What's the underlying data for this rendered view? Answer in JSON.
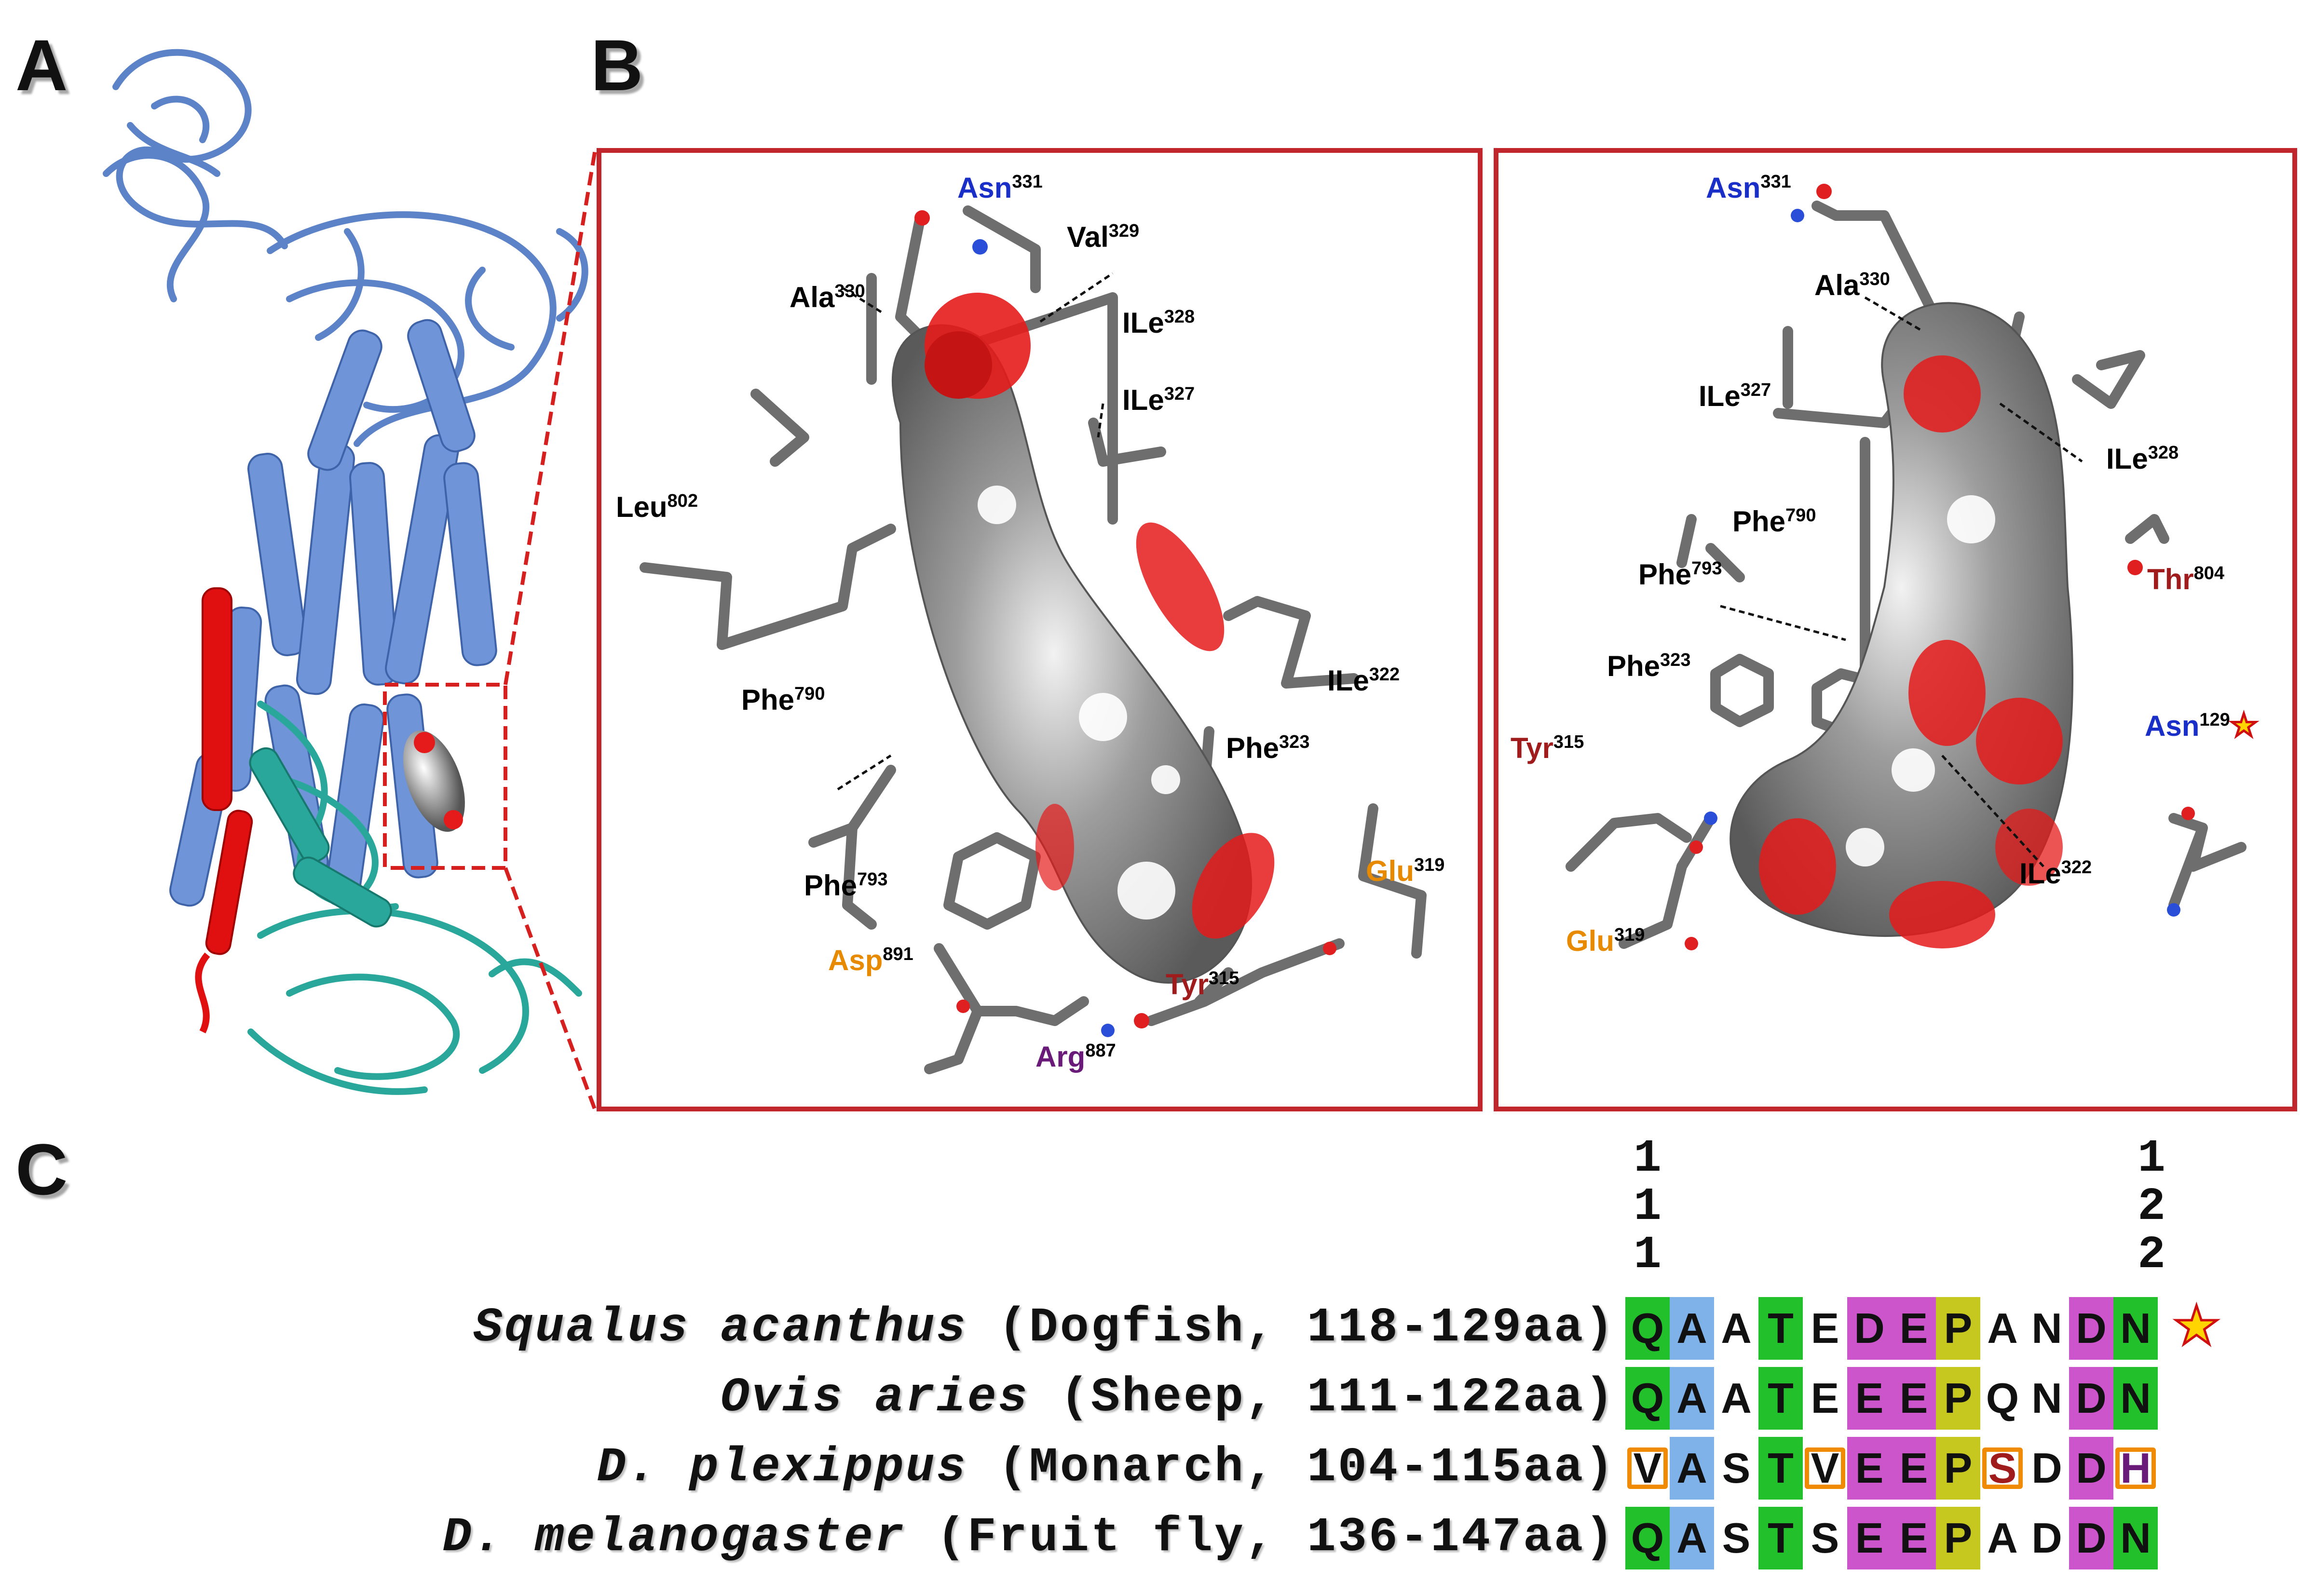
{
  "panels": {
    "a": "A",
    "b": "B",
    "c": "C"
  },
  "residues_b_left": [
    {
      "name": "Asn",
      "num": "331",
      "color": "#1a2fc8"
    },
    {
      "name": "Val",
      "num": "329",
      "color": "#111111"
    },
    {
      "name": "Ala",
      "num": "330",
      "color": "#111111"
    },
    {
      "name": "ILe",
      "num": "328",
      "color": "#111111"
    },
    {
      "name": "ILe",
      "num": "327",
      "color": "#111111"
    },
    {
      "name": "Leu",
      "num": "802",
      "color": "#111111"
    },
    {
      "name": "ILe",
      "num": "322",
      "color": "#111111"
    },
    {
      "name": "Phe",
      "num": "790",
      "color": "#111111"
    },
    {
      "name": "Phe",
      "num": "323",
      "color": "#111111"
    },
    {
      "name": "Phe",
      "num": "793",
      "color": "#111111"
    },
    {
      "name": "Glu",
      "num": "319",
      "color": "#e88a00"
    },
    {
      "name": "Asp",
      "num": "891",
      "color": "#e88a00"
    },
    {
      "name": "Tyr",
      "num": "315",
      "color": "#a01c1c"
    },
    {
      "name": "Arg",
      "num": "887",
      "color": "#6a1a78"
    }
  ],
  "residues_b_right": [
    {
      "name": "Asn",
      "num": "331",
      "color": "#1a2fc8"
    },
    {
      "name": "Ala",
      "num": "330",
      "color": "#111111"
    },
    {
      "name": "ILe",
      "num": "327",
      "color": "#111111"
    },
    {
      "name": "ILe",
      "num": "328",
      "color": "#111111"
    },
    {
      "name": "Phe",
      "num": "790",
      "color": "#111111"
    },
    {
      "name": "Phe",
      "num": "793",
      "color": "#111111"
    },
    {
      "name": "Thr",
      "num": "804",
      "color": "#a01c1c"
    },
    {
      "name": "Phe",
      "num": "323",
      "color": "#111111"
    },
    {
      "name": "Asn",
      "num": "129",
      "color": "#1a2fc8"
    },
    {
      "name": "Tyr",
      "num": "315",
      "color": "#a01c1c"
    },
    {
      "name": "ILe",
      "num": "322",
      "color": "#111111"
    },
    {
      "name": "Glu",
      "num": "319",
      "color": "#e88a00"
    }
  ],
  "positions": {
    "first": [
      "1",
      "1",
      "1"
    ],
    "last": [
      "1",
      "2",
      "2"
    ]
  },
  "species": [
    {
      "species": "Squalus acanthus",
      "desc": " (Dogfish, 118-129aa)"
    },
    {
      "species": "Ovis aries",
      "desc": " (Sheep, 111-122aa)"
    },
    {
      "species": "D. plexippus",
      "desc": " (Monarch, 104-115aa)"
    },
    {
      "species": "D. melanogaster",
      "desc": " (Fruit fly, 136-147aa)"
    }
  ],
  "alignment": [
    [
      "Q",
      "A",
      "A",
      "T",
      "E",
      "D",
      "E",
      "P",
      "A",
      "N",
      "D",
      "N"
    ],
    [
      "Q",
      "A",
      "A",
      "T",
      "E",
      "E",
      "E",
      "P",
      "Q",
      "N",
      "D",
      "N"
    ],
    [
      "V",
      "A",
      "S",
      "T",
      "V",
      "E",
      "E",
      "P",
      "S",
      "D",
      "D",
      "H"
    ],
    [
      "Q",
      "A",
      "S",
      "T",
      "S",
      "E",
      "E",
      "P",
      "A",
      "D",
      "D",
      "N"
    ]
  ],
  "column_colors": [
    "#22c02a",
    "#7fb2e8",
    "#ffffff",
    "#22c02a",
    "#ffffff",
    "#cc55cc",
    "#cc55cc",
    "#c6c820",
    "#ffffff",
    "#ffffff",
    "#cc55cc",
    "#22c02a"
  ],
  "boxed_cells": [
    [
      2,
      0
    ],
    [
      2,
      4
    ],
    [
      2,
      8
    ],
    [
      2,
      11
    ]
  ],
  "boxed_text_colors": {
    "2,8": "#a01c1c",
    "2,11": "#6a1a78"
  },
  "colors": {
    "helix_blue": "#6f95d8",
    "red_domain": "#e01010",
    "teal_domain": "#2aa79b",
    "box_red": "#c0262b",
    "surface_grey": "#8a8a8a",
    "oxygen_red": "#e51b1b"
  }
}
